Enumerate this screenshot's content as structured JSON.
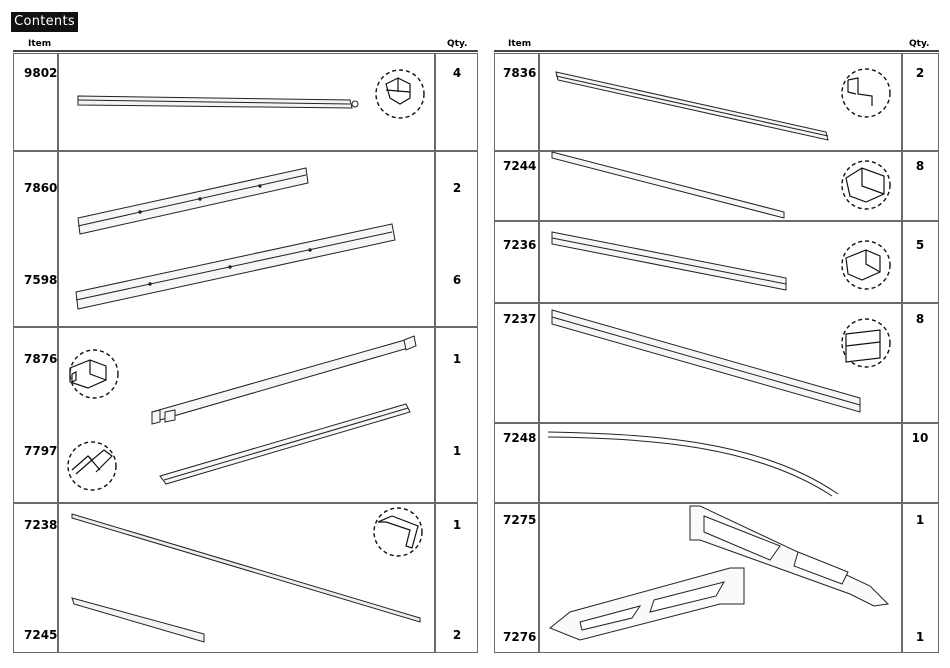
{
  "title": "Contents",
  "header": {
    "item": "Item",
    "qty": "Qty."
  },
  "left_table": {
    "rows": [
      {
        "parts": [
          {
            "code": "9802",
            "qty": "4"
          }
        ]
      },
      {
        "parts": [
          {
            "code": "7860",
            "qty": "2"
          },
          {
            "code": "7598",
            "qty": "6"
          }
        ]
      },
      {
        "parts": [
          {
            "code": "7876",
            "qty": "1"
          },
          {
            "code": "7797",
            "qty": "1"
          }
        ]
      },
      {
        "parts": [
          {
            "code": "7238",
            "qty": "1"
          },
          {
            "code": "7245",
            "qty": "2"
          }
        ]
      }
    ]
  },
  "right_table": {
    "rows": [
      {
        "parts": [
          {
            "code": "7836",
            "qty": "2"
          }
        ]
      },
      {
        "parts": [
          {
            "code": "7244",
            "qty": "8"
          }
        ]
      },
      {
        "parts": [
          {
            "code": "7236",
            "qty": "5"
          }
        ]
      },
      {
        "parts": [
          {
            "code": "7237",
            "qty": "8"
          }
        ]
      },
      {
        "parts": [
          {
            "code": "7248",
            "qty": "10"
          }
        ]
      },
      {
        "parts": [
          {
            "code": "7275",
            "qty": "1"
          },
          {
            "code": "7276",
            "qty": "1"
          }
        ]
      }
    ]
  }
}
